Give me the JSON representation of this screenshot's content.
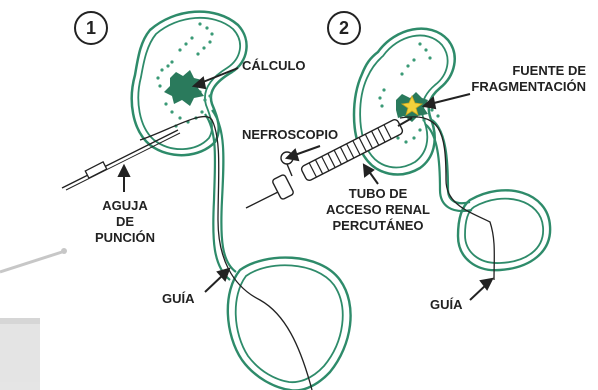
{
  "steps": [
    {
      "number": "1"
    },
    {
      "number": "2"
    }
  ],
  "panel1": {
    "calculo_label": "CÁLCULO",
    "aguja_label": [
      "AGUJA",
      "DE",
      "PUNCIÓN"
    ],
    "guia_label": "GUÍA"
  },
  "panel2": {
    "fuente_label": [
      "FUENTE DE",
      "FRAGMENTACIÓN"
    ],
    "nefroscopio_label": "NEFROSCOPIO",
    "tubo_label": [
      "TUBO DE",
      "ACCESO RENAL",
      "PERCUTÁNEO"
    ],
    "guia_label": "GUÍA"
  },
  "colors": {
    "kidney_outline": "#2e8b6a",
    "stone": "#2a7a5c",
    "dots": "#3a9a76",
    "instrument": "#222222",
    "spark": "#f2d13c",
    "background_equipment": "#c8c8c8"
  }
}
